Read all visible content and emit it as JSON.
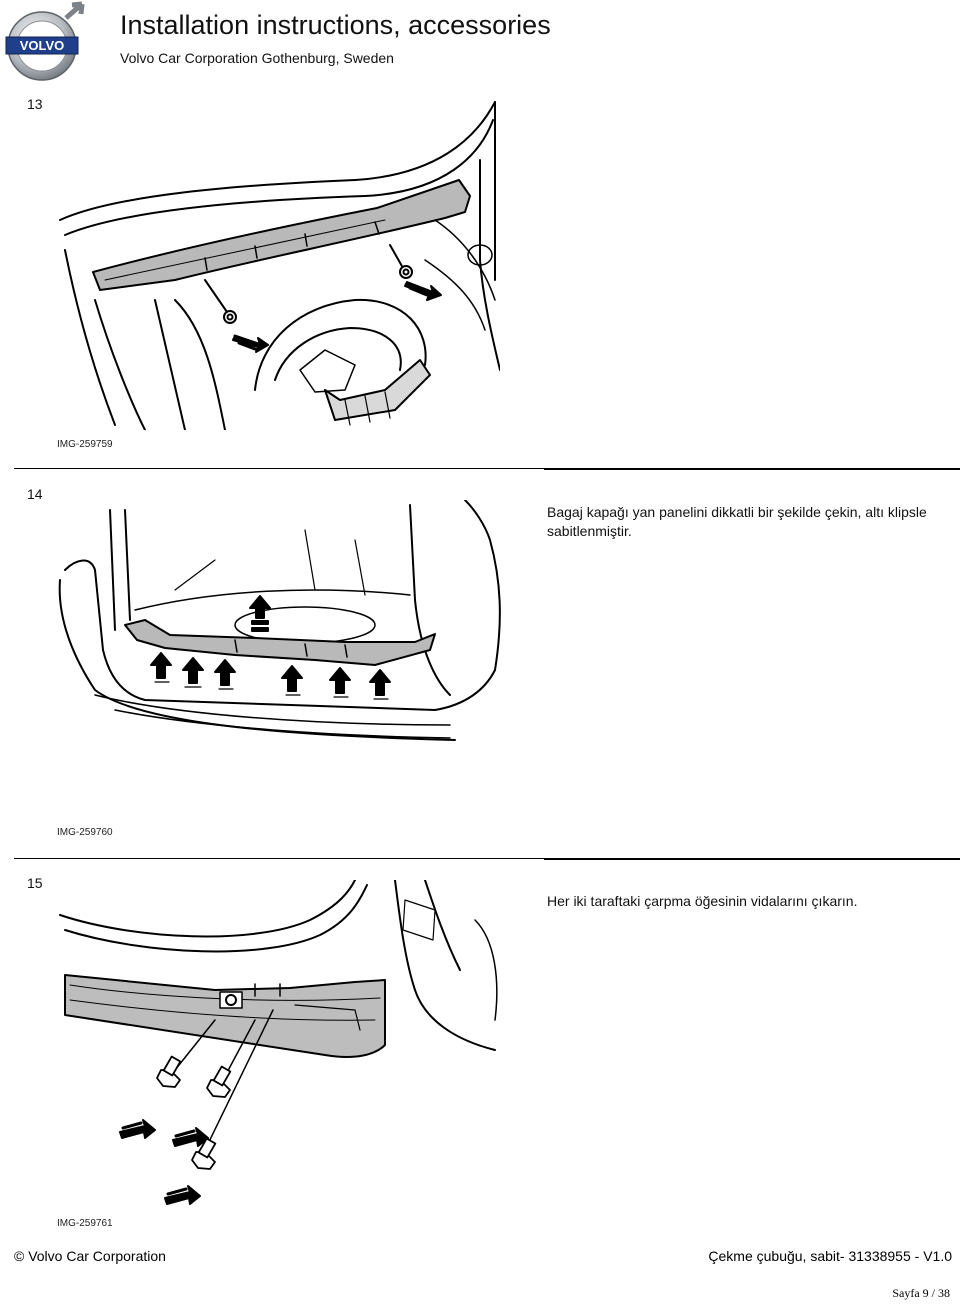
{
  "header": {
    "logo_text": "VOLVO",
    "title": "Installation instructions, accessories",
    "subtitle": "Volvo Car Corporation Gothenburg, Sweden"
  },
  "steps": [
    {
      "number": "13",
      "text": "",
      "image_id": "IMG-259759"
    },
    {
      "number": "14",
      "text": "Bagaj kapağı yan panelini dikkatli bir şekilde çekin, altı klipsle sabitlenmiştir.",
      "image_id": "IMG-259760"
    },
    {
      "number": "15",
      "text": "Her iki taraftaki çarpma öğesinin vidalarını çıkarın.",
      "image_id": "IMG-259761"
    }
  ],
  "footer": {
    "copyright": "© Volvo Car Corporation",
    "document": "Çekme çubuğu, sabit- 31338955 - V1.0",
    "page": "Sayfa 9 / 38"
  },
  "colors": {
    "logo_blue": "#1f3f8a",
    "logo_ring": "#9aa0a6",
    "panel_gray": "#b9b9b9"
  }
}
